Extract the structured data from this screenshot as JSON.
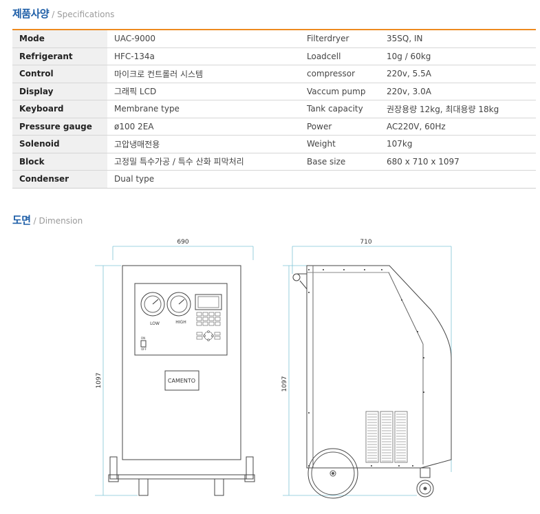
{
  "specs_section": {
    "title": "제품사양",
    "subtitle": "/ Specifications"
  },
  "specs": [
    {
      "k1": "Mode",
      "v1": "UAC-9000",
      "k2": "Filterdryer",
      "v2": "35SQ, IN"
    },
    {
      "k1": "Refrigerant",
      "v1": "HFC-134a",
      "k2": "Loadcell",
      "v2": "10g / 60kg"
    },
    {
      "k1": "Control",
      "v1": "마이크로 컨트롤러 시스템",
      "k2": "compressor",
      "v2": "220v, 5.5A"
    },
    {
      "k1": "Display",
      "v1": "그래픽 LCD",
      "k2": "Vaccum pump",
      "v2": "220v, 3.0A"
    },
    {
      "k1": "Keyboard",
      "v1": "Membrane type",
      "k2": "Tank capacity",
      "v2": "권장용량 12kg, 최대용량 18kg"
    },
    {
      "k1": "Pressure gauge",
      "v1": "ø100 2EA",
      "k2": "Power",
      "v2": "AC220V, 60Hz"
    },
    {
      "k1": "Solenoid",
      "v1": "고압냉매전용",
      "k2": "Weight",
      "v2": "107kg"
    },
    {
      "k1": "Block",
      "v1": "고정밀 특수가공 / 특수 산화 피막처리",
      "k2": "Base size",
      "v2": "680 x 710 x 1097"
    },
    {
      "k1": "Condenser",
      "v1": "Dual type",
      "k2": "",
      "v2": ""
    }
  ],
  "dimension_section": {
    "title": "도면",
    "subtitle": "/ Dimension"
  },
  "front_view": {
    "width_label": "690",
    "height_label": "1097",
    "gauge_low": "LOW",
    "gauge_high": "HIGH",
    "switch_on": "ON",
    "switch_off": "OFF",
    "brand": "CAMENTO"
  },
  "side_view": {
    "width_label": "710",
    "height_label": "1097"
  }
}
